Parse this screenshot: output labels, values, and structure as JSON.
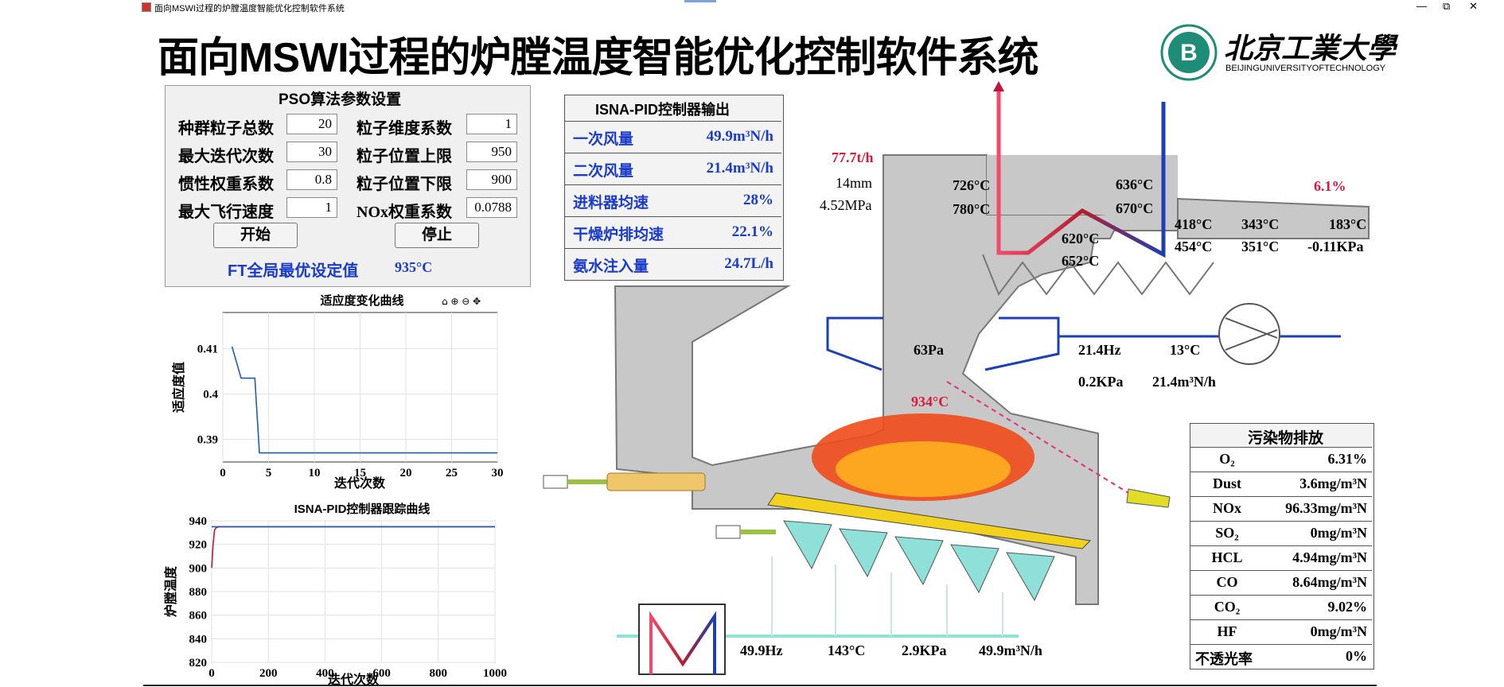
{
  "window": {
    "title": "面向MSWI过程的炉膛温度智能优化控制软件系统",
    "controls": [
      "—",
      "⧉",
      "✕"
    ]
  },
  "header": {
    "title": "面向MSWI过程的炉膛温度智能优化控制软件系统",
    "logo_text": "北京工業大學",
    "logo_sub": "BEIJINGUNIVERSITYOFTECHNOLOGY"
  },
  "pso": {
    "title": "PSO算法参数设置",
    "params": [
      {
        "label": "种群粒子总数",
        "value": "20"
      },
      {
        "label": "最大迭代次数",
        "value": "30"
      },
      {
        "label": "惯性权重系数",
        "value": "0.8"
      },
      {
        "label": "最大飞行速度",
        "value": "1"
      },
      {
        "label": "粒子维度系数",
        "value": "1"
      },
      {
        "label": "粒子位置上限",
        "value": "950"
      },
      {
        "label": "粒子位置下限",
        "value": "900"
      },
      {
        "label": "NOx权重系数",
        "value": "0.0788"
      }
    ],
    "start_label": "开始",
    "stop_label": "停止",
    "best_label": "FT全局最优设定值",
    "best_value": "935°C"
  },
  "isna": {
    "title": "ISNA-PID控制器输出",
    "rows": [
      {
        "label": "一次风量",
        "value": "49.9m³N/h"
      },
      {
        "label": "二次风量",
        "value": "21.4m³N/h"
      },
      {
        "label": "进料器均速",
        "value": "28%"
      },
      {
        "label": "干燥炉排均速",
        "value": "22.1%"
      },
      {
        "label": "氨水注入量",
        "value": "24.7L/h"
      }
    ]
  },
  "process": {
    "feed_rate": "77.7t/h",
    "thickness": "14mm",
    "pressure_top": "4.52MPa",
    "t1": "726°C",
    "t2": "780°C",
    "t3": "620°C",
    "t4": "652°C",
    "t5": "636°C",
    "t6": "670°C",
    "t7": "418°C",
    "t8": "454°C",
    "t9": "343°C",
    "t10": "351°C",
    "t11": "183°C",
    "p_out": "-0.11KPa",
    "o2_pct": "6.1%",
    "furnace_pressure": "63Pa",
    "fan_hz": "21.4Hz",
    "fan_temp": "13°C",
    "fan_p": "0.2KPa",
    "fan_flow": "21.4m³N/h",
    "furnace_temp": "934°C",
    "prim_hz": "49.9Hz",
    "prim_temp": "143°C",
    "prim_p": "2.9KPa",
    "prim_flow": "49.9m³N/h"
  },
  "pollutants": {
    "title": "污染物排放",
    "rows": [
      {
        "label": "O₂",
        "value": "6.31%"
      },
      {
        "label": "Dust",
        "value": "3.6mg/m³N"
      },
      {
        "label": "NOx",
        "value": "96.33mg/m³N"
      },
      {
        "label": "SO₂",
        "value": "0mg/m³N"
      },
      {
        "label": "HCL",
        "value": "4.94mg/m³N"
      },
      {
        "label": "CO",
        "value": "8.64mg/m³N"
      },
      {
        "label": "CO₂",
        "value": "9.02%"
      },
      {
        "label": "HF",
        "value": "0mg/m³N"
      },
      {
        "label": "不透光率",
        "value": "0%"
      }
    ]
  },
  "chart_data": [
    {
      "type": "line",
      "title": "适应度变化曲线",
      "xlabel": "迭代次数",
      "ylabel": "适应度值",
      "xlim": [
        0,
        30
      ],
      "ylim": [
        0.385,
        0.418
      ],
      "xticks": [
        "0",
        "5",
        "10",
        "15",
        "20",
        "25",
        "30"
      ],
      "yticks": [
        "0.39",
        "0.4",
        "0.41"
      ],
      "grid": true,
      "color": "#1f5fa8",
      "x": [
        1,
        2,
        2.5,
        3,
        3.5,
        4,
        4.5,
        30
      ],
      "y": [
        0.4105,
        0.4035,
        0.4035,
        0.4035,
        0.4035,
        0.387,
        0.387,
        0.387
      ]
    },
    {
      "type": "line",
      "title": "ISNA-PID控制器跟踪曲线",
      "xlabel": "迭代次数",
      "ylabel": "炉膛温度",
      "xlim": [
        0,
        1000
      ],
      "ylim": [
        820,
        940
      ],
      "xticks": [
        "0",
        "200",
        "400",
        "600",
        "800",
        "1000"
      ],
      "yticks": [
        "820",
        "840",
        "860",
        "880",
        "900",
        "920",
        "940"
      ],
      "grid": true,
      "series": [
        {
          "color": "#c0143c",
          "x": [
            0,
            5,
            10,
            15,
            25,
            40,
            1000
          ],
          "y": [
            900,
            920,
            932,
            934,
            935,
            935,
            935
          ]
        },
        {
          "color": "#1f5fa8",
          "x": [
            0,
            1000
          ],
          "y": [
            935,
            935
          ]
        }
      ]
    }
  ]
}
